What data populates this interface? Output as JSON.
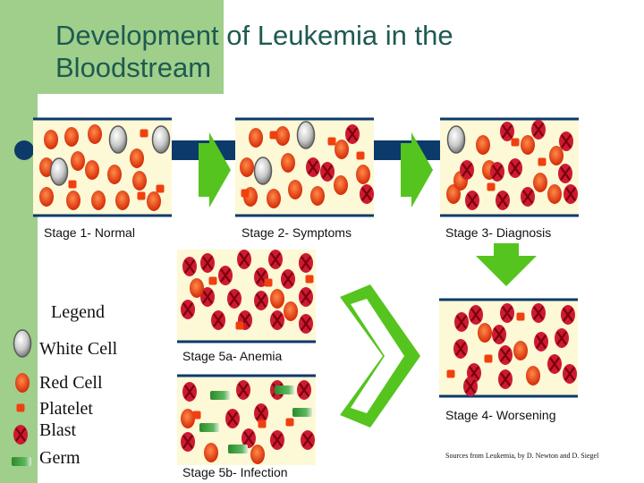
{
  "title": {
    "line1": "Development of Leukemia in the",
    "line2": "Bloodstream"
  },
  "stages": {
    "s1": "Stage 1- Normal",
    "s2": "Stage 2- Symptoms",
    "s3": "Stage 3- Diagnosis",
    "s4": "Stage 4- Worsening",
    "s5a": "Stage 5a- Anemia",
    "s5b": "Stage 5b- Infection"
  },
  "legend": {
    "title": "Legend",
    "items": [
      "White Cell",
      "Red Cell",
      "Platelet",
      "Blast",
      "Germ"
    ]
  },
  "source": "Sources from Leukemia, by D. Newton and D. Siegel",
  "colors": {
    "background": "#ffffff",
    "accent_green": "#9fcf8a",
    "arrow_green": "#55c41f",
    "vessel_fill": "#fdf8d6",
    "red_cell": "#e83a10",
    "blast": "#cc1a30",
    "navy": "#0c3a6a",
    "title": "#1e5a52"
  }
}
